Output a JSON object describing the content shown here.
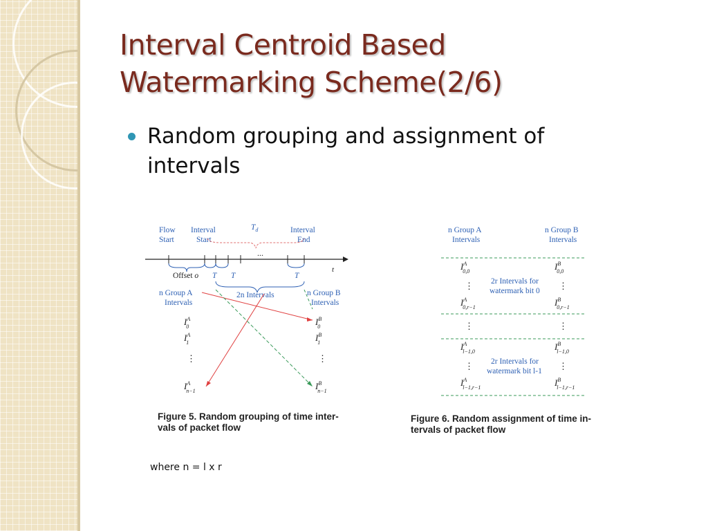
{
  "title": {
    "line1": "Interval Centroid Based",
    "line2": "Watermarking Scheme(2/6)"
  },
  "bullet": {
    "line1": "Random grouping and assignment of",
    "line2": "intervals"
  },
  "figure5": {
    "flow_start": [
      "Flow",
      "Start"
    ],
    "interval_start": [
      "Interval",
      "Start"
    ],
    "interval_end": [
      "Interval",
      "End"
    ],
    "td": "T",
    "td_sub": "d",
    "ellipsis": "...",
    "t_label": "t",
    "offset": "Offset",
    "offset_var": "o",
    "T1": "T",
    "T2": "T",
    "T3": "T",
    "two_n": "2n Intervals",
    "group_a": [
      "n Group A",
      "Intervals"
    ],
    "group_b": [
      "n Group B",
      "Intervals"
    ],
    "ia0": "I",
    "ia0_sup": "A",
    "ia0_sub": "0",
    "ia1": "I",
    "ia1_sup": "A",
    "ia1_sub": "1",
    "ian": "I",
    "ian_sup": "A",
    "ian_sub": "n−1",
    "ib0": "I",
    "ib0_sup": "B",
    "ib0_sub": "0",
    "ib1": "I",
    "ib1_sup": "B",
    "ib1_sub": "1",
    "ibn": "I",
    "ibn_sup": "B",
    "ibn_sub": "n−1",
    "vdots": "⋮",
    "caption": [
      "Figure 5. Random grouping of time inter-",
      "vals of packet flow"
    ]
  },
  "figure6": {
    "group_a": [
      "n Group A",
      "Intervals"
    ],
    "group_b": [
      "n Group B",
      "Intervals"
    ],
    "bit0": [
      "2r Intervals for",
      "watermark bit 0"
    ],
    "bitl": [
      "2r Intervals for",
      "watermark bit l-1"
    ],
    "a00": "I",
    "a00_sup": "A",
    "a00_sub": "0,0",
    "b00": "I",
    "b00_sup": "B",
    "b00_sub": "0,0",
    "a0r": "I",
    "a0r_sup": "A",
    "a0r_sub": "0,r−1",
    "b0r": "I",
    "b0r_sup": "B",
    "b0r_sub": "0,r−1",
    "al0": "I",
    "al0_sup": "A",
    "al0_sub": "l−1,0",
    "bl0": "I",
    "bl0_sup": "B",
    "bl0_sub": "l−1,0",
    "alr": "I",
    "alr_sup": "A",
    "alr_sub": "l−1,r−1",
    "blr": "I",
    "blr_sup": "B",
    "blr_sub": "l−1,r−1",
    "vdots": "⋮",
    "caption": [
      "Figure 6. Random assignment of time in-",
      "tervals of packet flow"
    ]
  },
  "note": "where n = l x r",
  "colors": {
    "title": "#7a2a1e",
    "bullet": "#2f96b4",
    "band": "#efe3c4",
    "figure_blue": "#2c5fb3",
    "red_arrow": "#e04040",
    "green_dash": "#3a9a5a"
  }
}
